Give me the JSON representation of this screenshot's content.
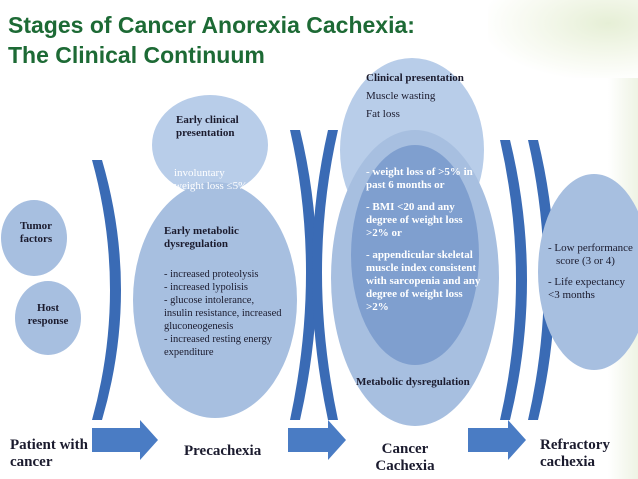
{
  "title": {
    "line1": "Stages of Cancer Anorexia Cachexia:",
    "line2": "The Clinical Continuum"
  },
  "colors": {
    "title": "#1d6a35",
    "circle": "#a7bfe0",
    "circle_light": "#b8cde9",
    "arc": "#3a6bb5",
    "arrow": "#4a7cc4",
    "text": "#1b1b2e"
  },
  "inputs": {
    "tumor": "Tumor factors",
    "host": "Host response"
  },
  "early_clinical": {
    "heading": "Early clinical presentation",
    "weight_loss": "involuntary weight loss ≤5%"
  },
  "early_metabolic": {
    "heading": "Early metabolic dysregulation",
    "items": [
      "- increased proteolysis",
      "- increased lypolisis",
      "- glucose intolerance,",
      "insulin resistance, increased",
      "gluconeogenesis",
      "- increased resting energy",
      "expenditure"
    ]
  },
  "clinical_presentation": {
    "heading": "Clinical presentation",
    "items": [
      "Muscle wasting",
      "Fat loss"
    ]
  },
  "criteria": {
    "items": [
      "- weight loss of >5% in",
      "past 6 months or",
      "",
      "- BMI <20 and any",
      "degree of weight loss",
      ">2% or",
      "",
      "- appendicular skeletal",
      "muscle index consistent",
      "with sarcopenia and any",
      "degree of weight loss",
      ">2%"
    ]
  },
  "metabolic_dysregulation": "Metabolic dysregulation",
  "refractory": {
    "items": [
      "- Low performance",
      "score (3 or 4)",
      "",
      "- Life expectancy",
      "<3 months"
    ]
  },
  "stages": {
    "patient": "Patient with cancer",
    "precachexia": "Precachexia",
    "cachexia": "Cancer Cachexia",
    "refractory": "Refractory cachexia"
  }
}
